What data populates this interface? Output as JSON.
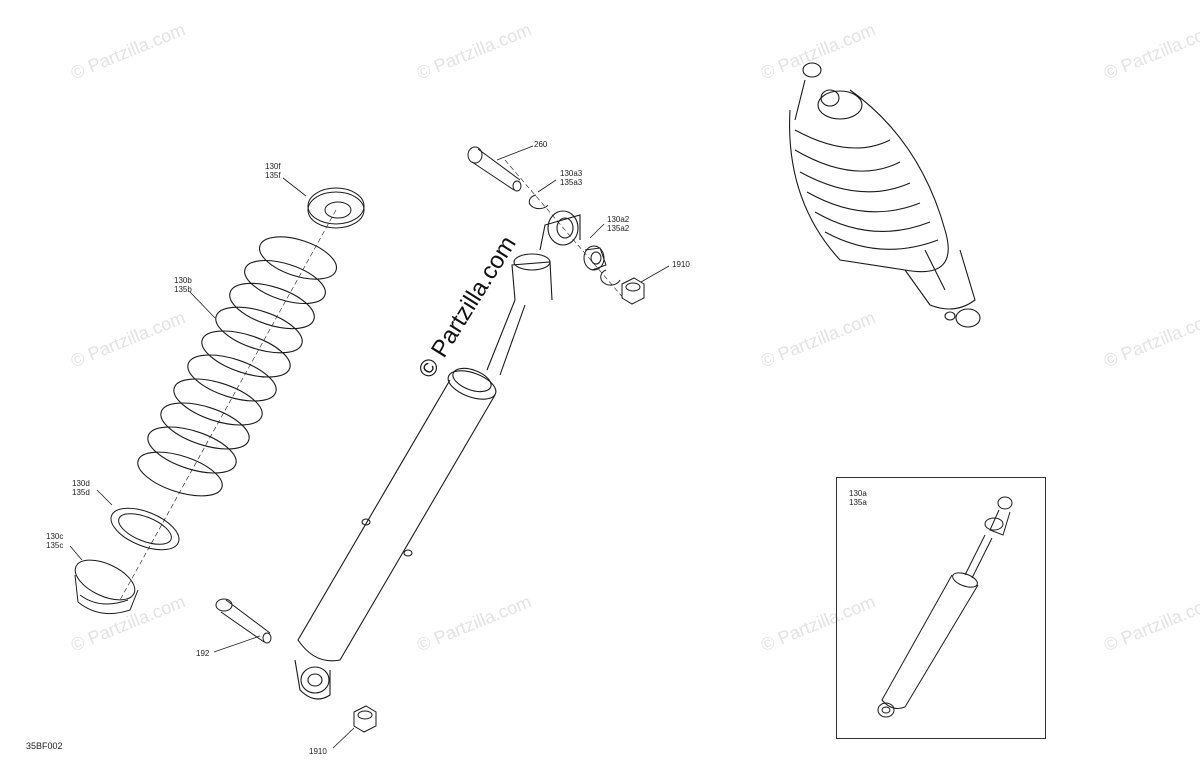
{
  "diagram": {
    "code": "35BF002",
    "watermark": "© Partzilla.com",
    "callouts": {
      "c130f": [
        "130f",
        "135f"
      ],
      "c130b": [
        "130b",
        "135b"
      ],
      "c130d": [
        "130d",
        "135d"
      ],
      "c130c": [
        "130c",
        "135c"
      ],
      "c192": [
        "192"
      ],
      "c1910_bottom": [
        "1910"
      ],
      "c260": [
        "260"
      ],
      "c130a3": [
        "130a3",
        "135a3"
      ],
      "c130a2": [
        "130a2",
        "135a2"
      ],
      "c1910_top": [
        "1910"
      ],
      "c130a": [
        "130a",
        "135a"
      ]
    }
  }
}
